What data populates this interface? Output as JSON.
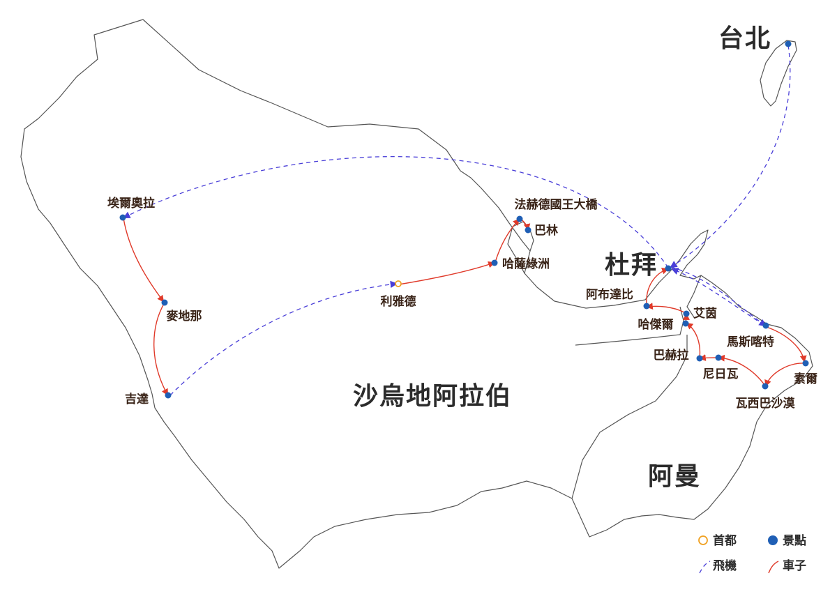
{
  "countries": {
    "saudi": "沙烏地阿拉伯",
    "taipei": "台北",
    "dubai": "杜拜",
    "oman": "阿曼"
  },
  "places": {
    "ela": "埃爾奧拉",
    "medina": "麥地那",
    "jeddah": "吉達",
    "riyadh": "利雅德",
    "hasa": "哈薩綠洲",
    "fahd": "法赫德國王大橋",
    "bahrain": "巴林",
    "abudhabi": "阿布達比",
    "ain": "艾茵",
    "hatta": "哈傑爾",
    "bahla": "巴赫拉",
    "nizwa": "尼日瓦",
    "muscat": "馬斯喀特",
    "sur": "素爾",
    "wahiba": "瓦西巴沙漠"
  },
  "legend": {
    "capital": "首都",
    "spot": "景點",
    "plane": "飛機",
    "car": "車子"
  },
  "colors": {
    "plane": "#4a3fd8",
    "car": "#e03a2a",
    "spot": "#1f5fb5",
    "capital": "#f0a020"
  }
}
